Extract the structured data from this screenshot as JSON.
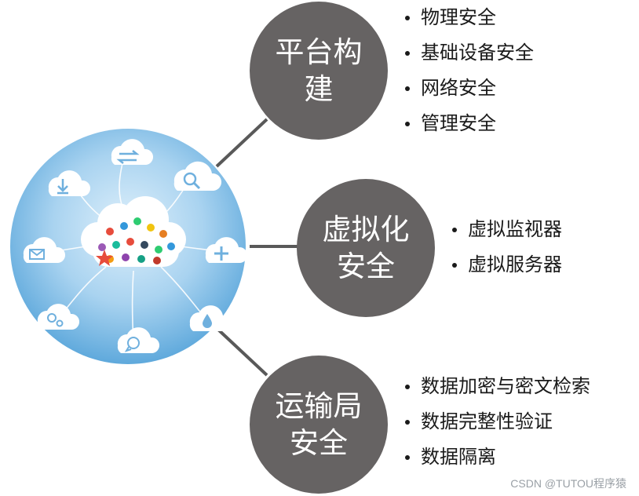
{
  "nodes": {
    "platform": {
      "line1": "平台构",
      "line2": "建"
    },
    "virtual": {
      "line1": "虚拟化",
      "line2": "安全"
    },
    "transport": {
      "line1": "运输局",
      "line2": "安全"
    }
  },
  "bullets": {
    "platform": [
      "物理安全",
      "基础设备安全",
      "网络安全",
      "管理安全"
    ],
    "virtual": [
      "虚拟监视器",
      "虚拟服务器"
    ],
    "transport": [
      "数据加密与密文检索",
      "数据完整性验证",
      "数据隔离"
    ]
  },
  "watermark": "CSDN @TUTOU程序猿",
  "colors": {
    "node_fill": "#666363",
    "connector": "#595959",
    "globe_light": "#dff0fb",
    "globe_dark": "#5fa9dc",
    "cloud_icon": "#ffffff"
  },
  "icons": [
    "transfer-icon",
    "download-icon",
    "search-icon",
    "mail-icon",
    "plus-icon",
    "settings-icon",
    "chat-icon",
    "drop-icon"
  ]
}
